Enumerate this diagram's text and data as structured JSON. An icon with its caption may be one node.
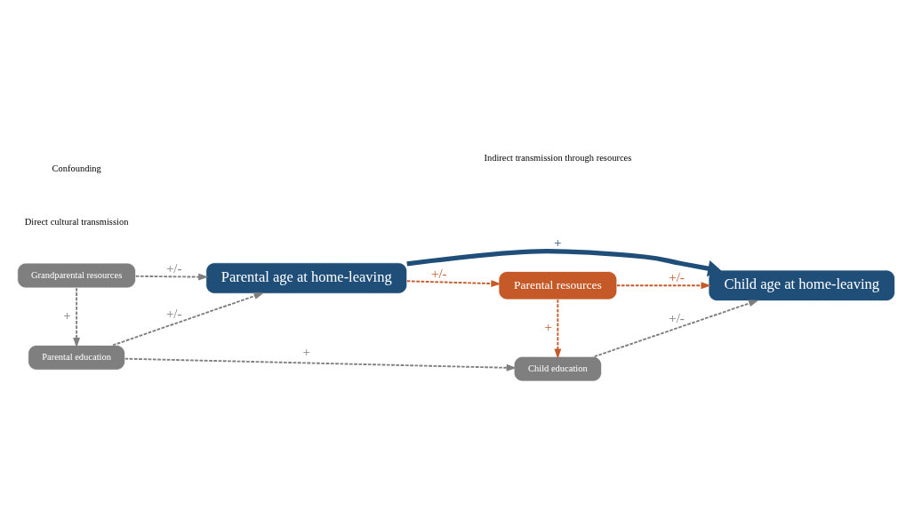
{
  "diagram": {
    "nodes": [
      {
        "text": [
          "Parental resources"
        ]
      },
      {
        "text": [
          "Parental age at home-leaving"
        ]
      },
      {
        "text": [
          "Child age at home-leaving"
        ]
      },
      {
        "text": [
          "Grandparental resources"
        ]
      },
      {
        "text": [
          "Child education"
        ]
      },
      {
        "text": [
          "Parental education"
        ]
      }
    ],
    "edges": [
      {
        "from": 1,
        "to": 0,
        "arrow": "to",
        "label": "+/-",
        "style": "dashed",
        "color": "#c55a28"
      },
      {
        "from": 0,
        "to": 2,
        "arrow": "to",
        "label": "+/-",
        "style": "dashed",
        "color": "#c55a28"
      },
      {
        "from": 1,
        "to": 2,
        "arrow": "to",
        "label": "+",
        "style": "thick",
        "color": "#1f4e79"
      },
      {
        "from": 0,
        "to": 4,
        "arrow": "to",
        "label": "+",
        "style": "dashed",
        "color": "#c55a28"
      },
      {
        "from": 4,
        "to": 2,
        "arrow": "to",
        "label": "+/-",
        "style": "dashed"
      },
      {
        "from": 3,
        "to": 1,
        "arrow": "to",
        "label": "+/-",
        "style": "dashed"
      },
      {
        "from": 5,
        "to": 1,
        "arrow": "to",
        "label": "+/-",
        "style": "dashed"
      },
      {
        "from": 3,
        "to": 5,
        "arrow": "to",
        "label": "+",
        "style": "dashed"
      },
      {
        "from": 5,
        "to": 4,
        "arrow": "to",
        "label": "+",
        "style": "dashed"
      }
    ],
    "labels": [
      "Indirect transmission through resources",
      "Direct cultural transmission",
      "Confounding"
    ]
  }
}
